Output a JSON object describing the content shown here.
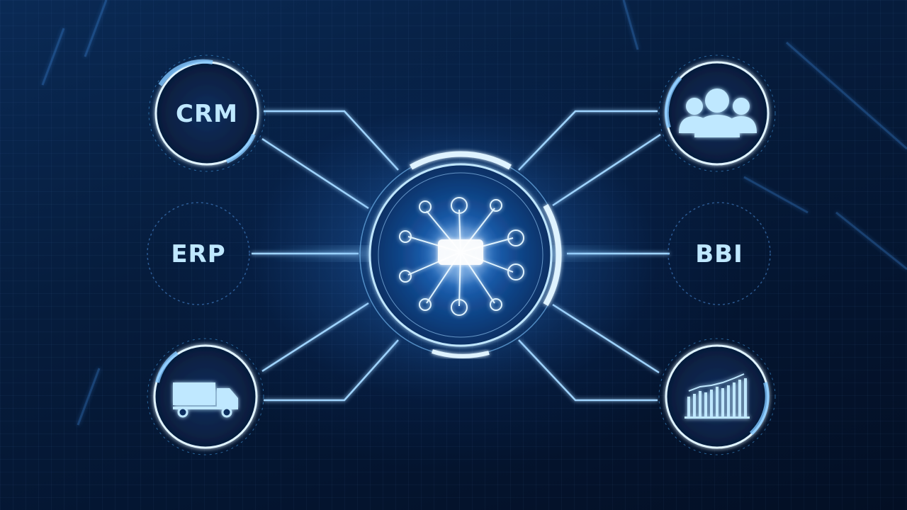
{
  "diagram": {
    "hub": {
      "name": "central-hub"
    },
    "nodes": {
      "crm": {
        "label": "CRM"
      },
      "erp": {
        "label": "ERP"
      },
      "bbi": {
        "label": "BBI"
      },
      "people": {
        "icon": "people-icon"
      },
      "truck": {
        "icon": "truck-icon"
      },
      "chart": {
        "icon": "bar-chart-icon"
      }
    }
  },
  "colors": {
    "line": "#9fd4ff",
    "glow": "#4fb3ff",
    "label": "#bfe8ff",
    "background": "#04142b"
  }
}
